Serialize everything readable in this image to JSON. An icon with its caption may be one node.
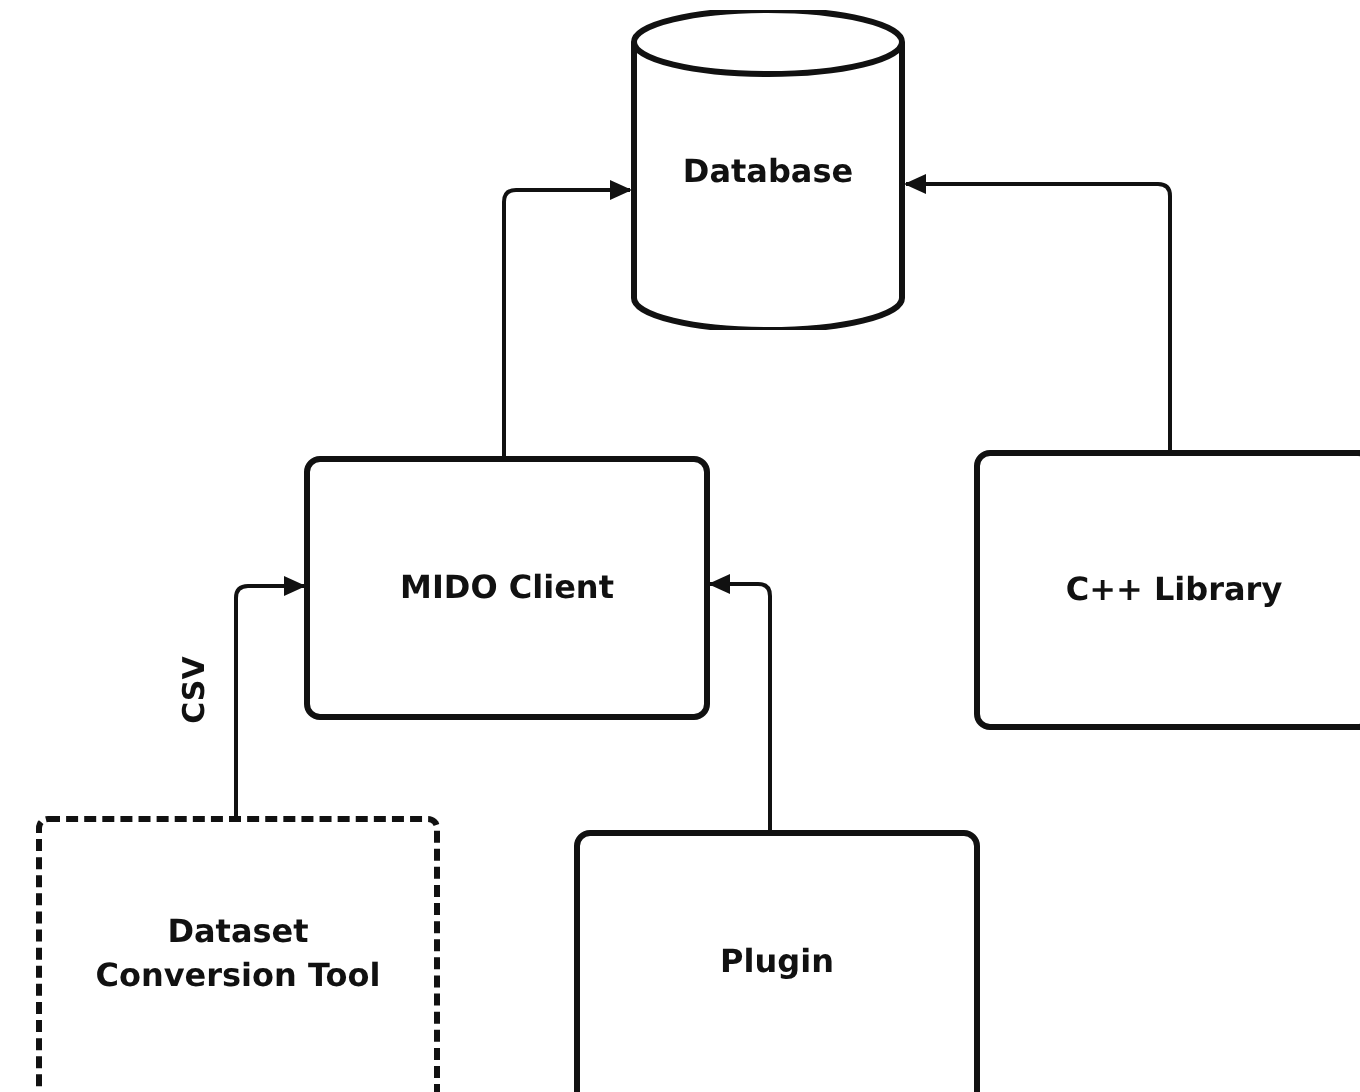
{
  "diagram": {
    "nodes": [
      {
        "text": [
          "Database"
        ]
      },
      {
        "text": [
          "MIDO Client"
        ]
      },
      {
        "text": [
          "C++ Library"
        ]
      },
      {
        "text": [
          "Dataset Conversion Tool"
        ]
      },
      {
        "text": [
          "Plugin"
        ]
      }
    ],
    "edges": [
      {
        "from": 1,
        "to": 0,
        "arrow": "to"
      },
      {
        "from": 2,
        "to": 0,
        "arrow": "to"
      },
      {
        "from": 3,
        "to": 1,
        "arrow": "to",
        "label": "CSV"
      },
      {
        "from": 4,
        "to": 1,
        "arrow": "to"
      }
    ]
  }
}
